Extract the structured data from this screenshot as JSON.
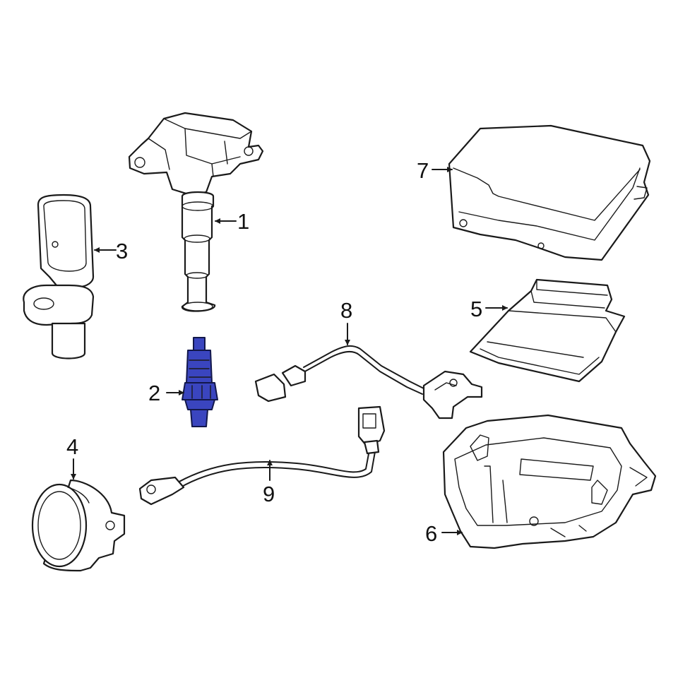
{
  "colors": {
    "outline": "#1a1a1a",
    "highlight_fill": "#3a45bf",
    "highlight_stroke": "#12174a",
    "background": "#ffffff"
  },
  "highlighted_part": "2",
  "callouts": [
    {
      "number": "1"
    },
    {
      "number": "2"
    },
    {
      "number": "3"
    },
    {
      "number": "4"
    },
    {
      "number": "5"
    },
    {
      "number": "6"
    },
    {
      "number": "7"
    },
    {
      "number": "8"
    },
    {
      "number": "9"
    }
  ]
}
